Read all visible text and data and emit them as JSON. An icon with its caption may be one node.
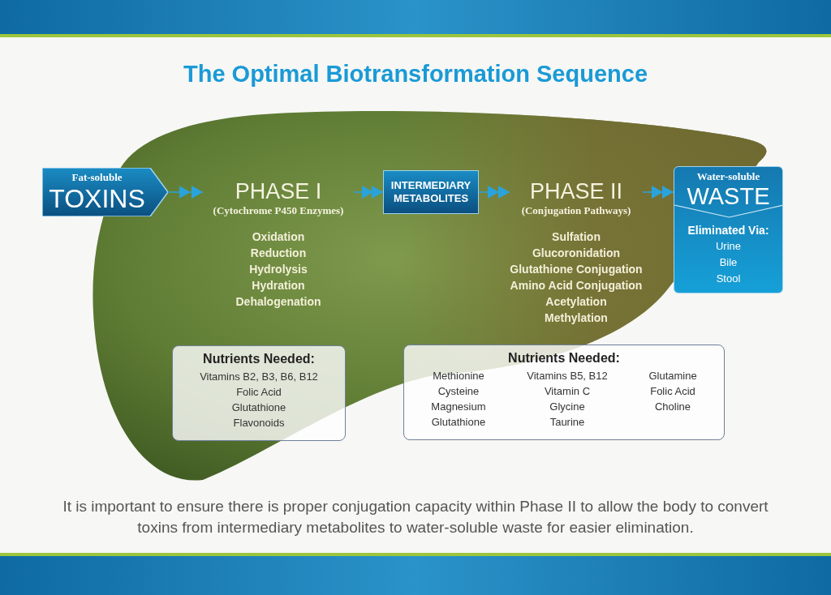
{
  "diagram": {
    "title": "The Optimal Biotransformation Sequence",
    "caption": "It is important to ensure there is proper conjugation capacity within Phase II to allow the body to convert toxins from intermediary metabolites to water-soluble waste for easier elimination.",
    "nodes": [
      {
        "text": [
          "Fat-soluble",
          "TOXINS"
        ]
      },
      {
        "text": [
          "PHASE I",
          "(Cytochrome P450 Enzymes)"
        ],
        "beside": [
          "Oxidation",
          "Reduction",
          "Hydrolysis",
          "Hydration",
          "Dehalogenation"
        ]
      },
      {
        "text": [
          "INTERMEDIARY METABOLITES"
        ]
      },
      {
        "text": [
          "PHASE II",
          "(Conjugation Pathways)"
        ],
        "beside": [
          "Sulfation",
          "Glucoronidation",
          "Glutathione Conjugation",
          "Amino Acid Conjugation",
          "Acetylation",
          "Methylation"
        ]
      },
      {
        "text": [
          "Water-soluble",
          "WASTE",
          "Eliminated Via:",
          "Urine",
          "Bile",
          "Stool"
        ]
      },
      {
        "text": [
          "Nutrients Needed:",
          "Vitamins B2, B3, B6, B12",
          "Folic Acid",
          "Glutathione",
          "Flavonoids"
        ]
      },
      {
        "text": [
          "Nutrients Needed:",
          "Methionine",
          "Cysteine",
          "Magnesium",
          "Glutathione",
          "Vitamins B5, B12",
          "Vitamin C",
          "Glycine",
          "Taurine",
          "Glutamine",
          "Folic Acid",
          "Choline"
        ]
      }
    ],
    "edges": [
      {
        "from": 0,
        "to": 1,
        "arrow": "to"
      },
      {
        "from": 1,
        "to": 2,
        "arrow": "to"
      },
      {
        "from": 2,
        "to": 3,
        "arrow": "to"
      },
      {
        "from": 3,
        "to": 4,
        "arrow": "to"
      }
    ]
  }
}
